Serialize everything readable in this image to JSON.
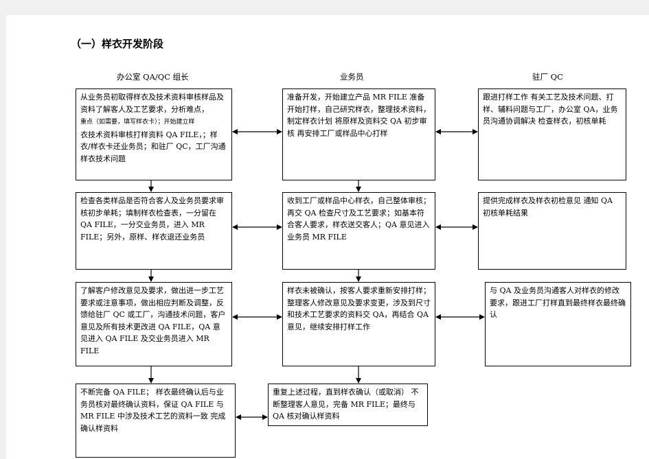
{
  "title": "（一）样衣开发阶段",
  "columns": {
    "office": "办公室 QA/QC 组长",
    "sales": "业务员",
    "factory": "驻厂 QC"
  },
  "boxes": {
    "r1c1": "从业务员初取得样衣及技术资料审核样品及资料了解客人及工艺要求，分析难点，",
    "r1c1_small": "重点（如需要，填写样衣卡）；开始建立样",
    "r1c1_b": "衣技术资料审核打样资料 QA FILE，；样衣/样衣卡还业务员；和驻厂 QC，工厂沟通样衣技术问题",
    "r1c2": "准备开发，开始建立产品 MR FILE 准备开始打样，自己研究样衣，整理技术资料，制定样衣计划 将原样及资料交 QA 初步审核 再安排工厂或样品中心打样",
    "r1c3": "跟进打样工作 有关工艺及技术问题、打样、辅料问题与工厂，办公室 QA，业务员沟通协调解决 检查样衣，初核单耗",
    "r2c1": "检查各类样品是否符合客人及业务员要求审核初步单耗；填制样衣检查表，一分留在 QA FILE，一分交业务员，进入 MR FILE；另外，原样、样衣退还业务员",
    "r2c2": "收到工厂或样品中心样衣，自己整体审核；再交 QA 检查尺寸及工艺要求；如基本符合客人要求，样衣送交客人；QA 意见进入业务员 MR FILE",
    "r2c3": "提供完成样衣及样衣初检意见 通知 QA 初核单耗结果",
    "r3c1": "了解客户修改意见及要求，做出进一步工艺要求或注意事项，做出相应判断及调整，反馈给驻厂 QC 或工厂，沟通技术问题，客户意见及所有技术更改进 QA FILE，QA 意见进入 QA FILE 及交业务员进入 MR FILE",
    "r3c2": "样衣未被确认，按客人要求重新安排打样；整理客人修改意见及要求变更，涉及到尺寸和技术工艺要求的资料交 QA，再结合 QA 意见，继续安排打样工作",
    "r3c3": "与 QA 及业务员沟通客人对样衣的修改要求，跟进工厂打样直到最终样衣最终确认",
    "r4c1": "不断完备 QA FILE； 样衣最终确认后与业务员核对最终确认资料，保证 QA FILE 与 MR FILE 中涉及技术工艺的资料一致 完成确认样资料",
    "r4c2": "重复上述过程，直到样衣确认（或取消） 不断整理客人意见，完备 MR FILE；最终与 QA 核对确认样资料"
  }
}
